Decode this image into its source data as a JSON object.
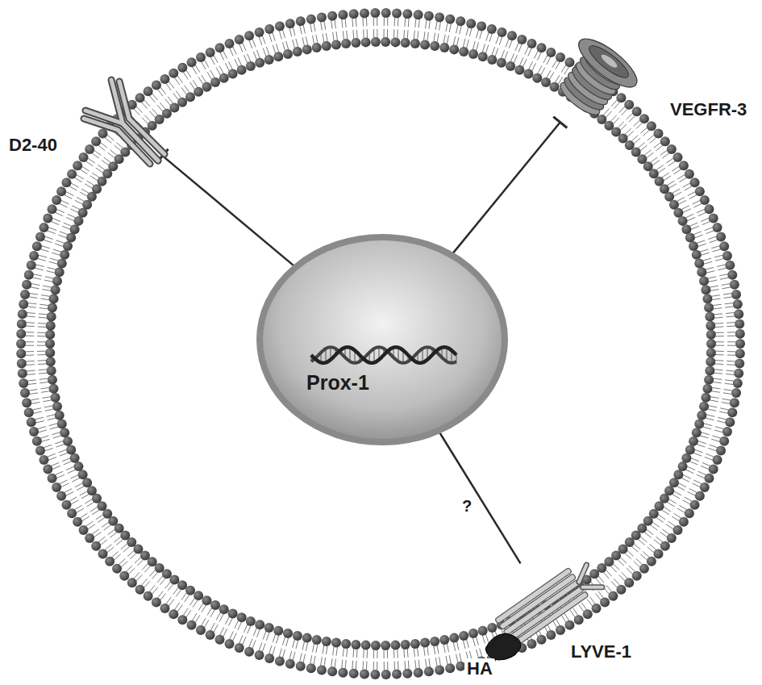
{
  "diagram": {
    "nodes": [
      {
        "text": [
          "Prox-1"
        ]
      },
      {
        "text": [
          "D2-40"
        ]
      },
      {
        "text": [
          "VEGFR-3"
        ]
      },
      {
        "text": [
          "LYVE-1"
        ]
      },
      {
        "text": [
          "HA"
        ]
      }
    ],
    "edges": [
      {
        "from": 0,
        "to": 1,
        "arrow": "to"
      },
      {
        "from": 0,
        "to": 2,
        "arrow": "to"
      },
      {
        "from": 0,
        "to": 3,
        "arrow": "none",
        "label": "?"
      }
    ]
  }
}
